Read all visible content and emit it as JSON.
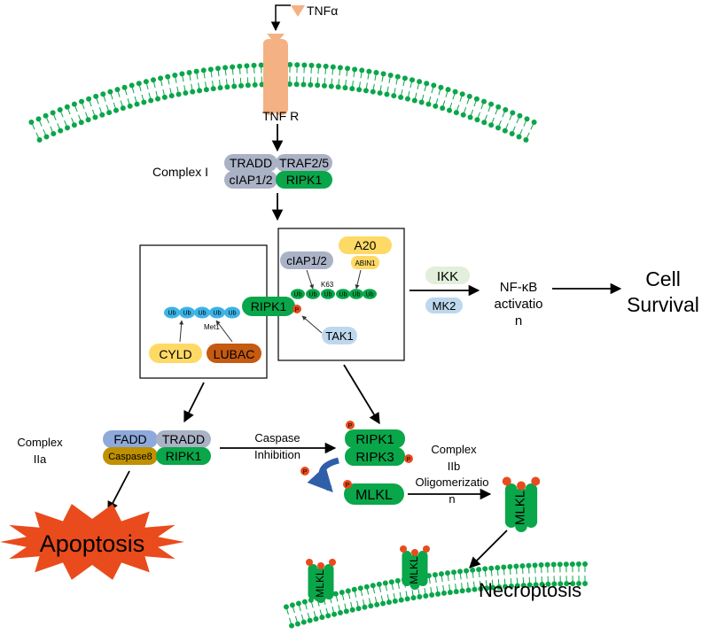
{
  "ligand": "TNFα",
  "receptor": "TNF R",
  "complex1": {
    "label": "Complex I",
    "tradd": "TRADD",
    "traf": "TRAF2/5",
    "ciap": "cIAP1/2",
    "ripk1": "RIPK1"
  },
  "ubiq": {
    "ripk1": "RIPK1",
    "ub": "Ub",
    "met1": "Met1",
    "k63": "K63",
    "p": "P",
    "ciap": "cIAP1/2",
    "a20": "A20",
    "abin1": "ABIN1",
    "tak1": "TAK1",
    "cyld": "CYLD",
    "lubac": "LUBAC"
  },
  "survival": {
    "ikk": "IKK",
    "mk2": "MK2",
    "nfkb_line1": "NF-κB",
    "nfkb_line2": "activatio",
    "nfkb_line3": "n",
    "cell_line1": "Cell",
    "cell_line2": "Survival"
  },
  "complex2a": {
    "label_line1": "Complex",
    "label_line2": "IIa",
    "fadd": "FADD",
    "tradd": "TRADD",
    "caspase8": "Caspase8",
    "ripk1": "RIPK1"
  },
  "caspase": {
    "line1": "Caspase",
    "line2": "Inhibition"
  },
  "complex2b": {
    "label_line1": "Complex",
    "label_line2": "IIb",
    "ripk1": "RIPK1",
    "ripk3": "RIPK3",
    "mlkl": "MLKL",
    "p": "P"
  },
  "oligo": {
    "line1": "Oligomerizatio",
    "line2": "n"
  },
  "mlkl_label": "MLKL",
  "apoptosis": "Apoptosis",
  "necroptosis": "Necroptosis",
  "colors": {
    "green": "#0aa64a",
    "gray": "#aab2c6",
    "orange": "#f4b183",
    "red": "#e94b1c",
    "ub_blue": "#3db3e6",
    "yellow": "#ffd966",
    "brown": "#c55a11",
    "mustard": "#bf9000",
    "ikk": "#e2efda",
    "mk2": "#bdd7ee"
  }
}
